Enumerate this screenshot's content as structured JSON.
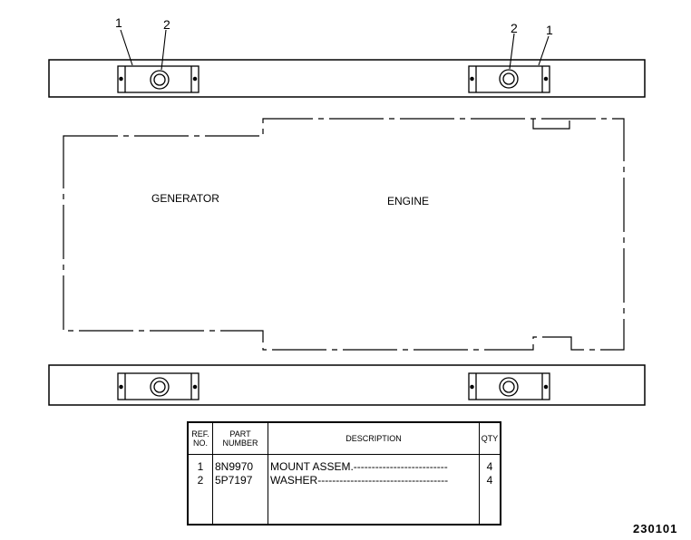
{
  "labels": {
    "generator": "GENERATOR",
    "engine": "ENGINE"
  },
  "callouts": [
    {
      "ref": "1",
      "target": "mount-left"
    },
    {
      "ref": "2",
      "target": "washer-left"
    },
    {
      "ref": "2",
      "target": "washer-right"
    },
    {
      "ref": "1",
      "target": "mount-right"
    }
  ],
  "parts_table": {
    "headers": {
      "ref_no": "REF. NO.",
      "part_number": "PART NUMBER",
      "description": "DESCRIPTION",
      "qty": "QTY"
    },
    "rows": [
      {
        "ref": "1",
        "part_number": "8N9970",
        "description": "MOUNT ASSEM.",
        "leader": "--------------------------",
        "qty": "4"
      },
      {
        "ref": "2",
        "part_number": "5P7197",
        "description": "WASHER",
        "leader": "------------------------------------",
        "qty": "4"
      }
    ]
  },
  "drawing_number": "230101"
}
